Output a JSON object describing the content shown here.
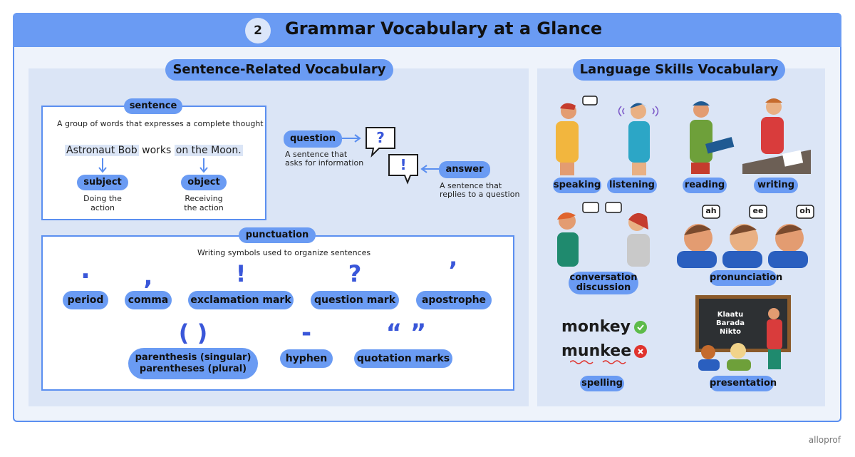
{
  "header": {
    "number": "2",
    "title": "Grammar Vocabulary at a Glance"
  },
  "left": {
    "heading": "Sentence-Related Vocabulary",
    "sentence": {
      "label": "sentence",
      "definition": "A group of words that expresses a complete thought",
      "example_a": "Astronaut Bob",
      "example_b": "works",
      "example_c": "on the Moon.",
      "subject": "subject",
      "subject_desc_1": "Doing the",
      "subject_desc_2": "action",
      "object": "object",
      "object_desc_1": "Receiving",
      "object_desc_2": "the action"
    },
    "question": {
      "label": "question",
      "desc_1": "A sentence that",
      "desc_2": "asks for information",
      "mark": "?"
    },
    "answer": {
      "label": "answer",
      "desc_1": "A sentence that",
      "desc_2": "replies to a question",
      "mark": "!"
    },
    "punctuation": {
      "label": "punctuation",
      "definition": "Writing symbols used to organize sentences",
      "period": {
        "symbol": "·",
        "label": "period"
      },
      "comma": {
        "symbol": ",",
        "label": "comma"
      },
      "exclamation": {
        "symbol": "!",
        "label": "exclamation mark"
      },
      "question_mark": {
        "symbol": "?",
        "label": "question mark"
      },
      "apostrophe": {
        "symbol": "’",
        "label": "apostrophe"
      },
      "parenthesis": {
        "symbol": "( )",
        "label_1": "parenthesis (singular)",
        "label_2": "parentheses (plural)"
      },
      "hyphen": {
        "symbol": "-",
        "label": "hyphen"
      },
      "quotation": {
        "symbol": "“ ”",
        "label": "quotation marks"
      }
    }
  },
  "right": {
    "heading": "Language Skills Vocabulary",
    "speaking": "speaking",
    "listening": "listening",
    "reading": "reading",
    "writing": "writing",
    "conversation_1": "conversation",
    "conversation_2": "discussion",
    "pronunciation": "pronunciation",
    "bubble_ah": "ah",
    "bubble_ee": "ee",
    "bubble_oh": "oh",
    "word_correct": "monkey",
    "word_wrong": "munkee",
    "spelling": "spelling",
    "board_1": "Klaatu",
    "board_2": "Barada",
    "board_3": "Nikto",
    "presentation": "presentation"
  },
  "footer": {
    "logo": "alloprof"
  },
  "colors": {
    "accent": "#6a9bf3",
    "symbol": "#3a57d9",
    "panel": "#dbe5f6",
    "correct": "#5dbb4a",
    "wrong": "#e0332d"
  }
}
